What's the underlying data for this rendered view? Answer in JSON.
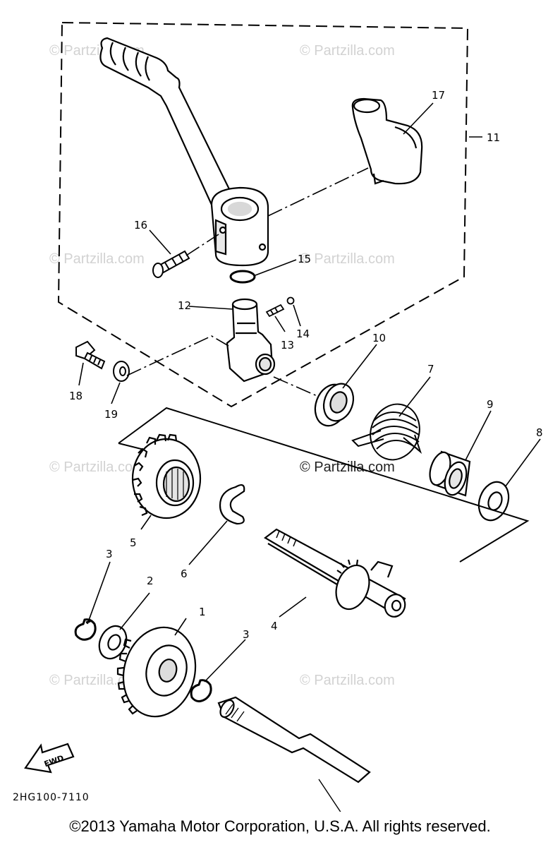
{
  "callouts": {
    "c1": "1",
    "c2": "2",
    "c3a": "3",
    "c3b": "3",
    "c4": "4",
    "c5": "5",
    "c6": "6",
    "c7": "7",
    "c8": "8",
    "c9": "9",
    "c10": "10",
    "c11": "11",
    "c12": "12",
    "c13": "13",
    "c14": "14",
    "c15": "15",
    "c16": "16",
    "c17": "17",
    "c18": "18",
    "c19": "19"
  },
  "watermark": "© Partzilla.com",
  "fwd_label": "FWD",
  "diagram_code": "2HG100-7110",
  "copyright": "©2013 Yamaha Motor Corporation, U.S.A. All rights reserved."
}
